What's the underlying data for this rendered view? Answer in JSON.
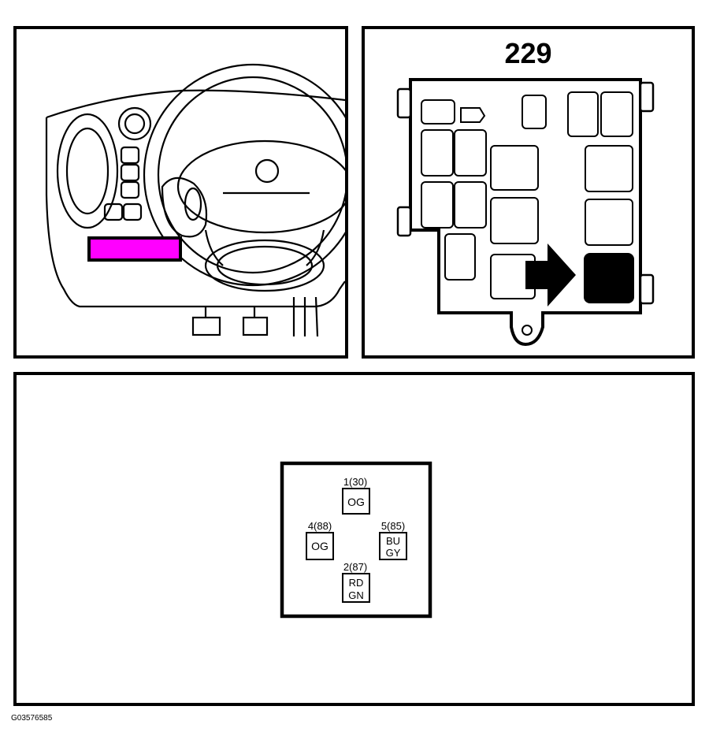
{
  "fuse_box": {
    "number": "229"
  },
  "connector": {
    "pins": [
      {
        "pin": "1(30)",
        "color": [
          "OG"
        ]
      },
      {
        "pin": "4(88)",
        "color": [
          "OG"
        ]
      },
      {
        "pin": "5(85)",
        "color": [
          "BU",
          "GY"
        ]
      },
      {
        "pin": "2(87)",
        "color": [
          "RD",
          "GN"
        ]
      }
    ]
  },
  "figure_code": "G03576585",
  "colors": {
    "highlight": "#ff00ff",
    "line": "#000000"
  }
}
